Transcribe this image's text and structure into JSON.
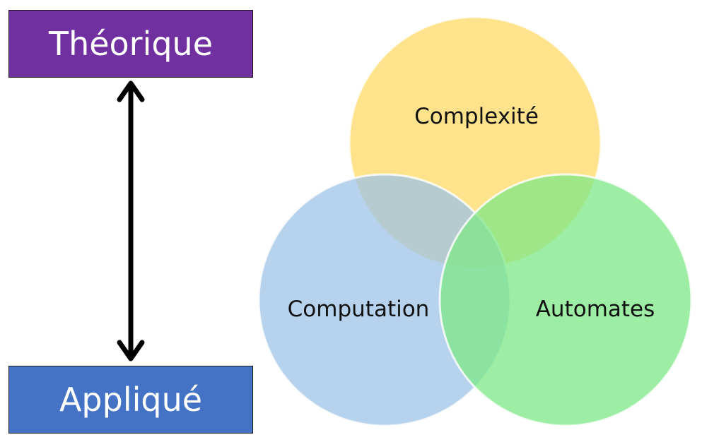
{
  "scale": {
    "top_label": "Théorique",
    "bottom_label": "Appliqué",
    "top_color": "#7030a0",
    "bottom_color": "#4472c4",
    "arrow_color": "#000000"
  },
  "venn": {
    "circles": [
      {
        "label": "Complexité",
        "color": "#ffd966"
      },
      {
        "label": "Computation",
        "color": "#9dc3e6"
      },
      {
        "label": "Automates",
        "color": "#7ee787"
      }
    ]
  }
}
